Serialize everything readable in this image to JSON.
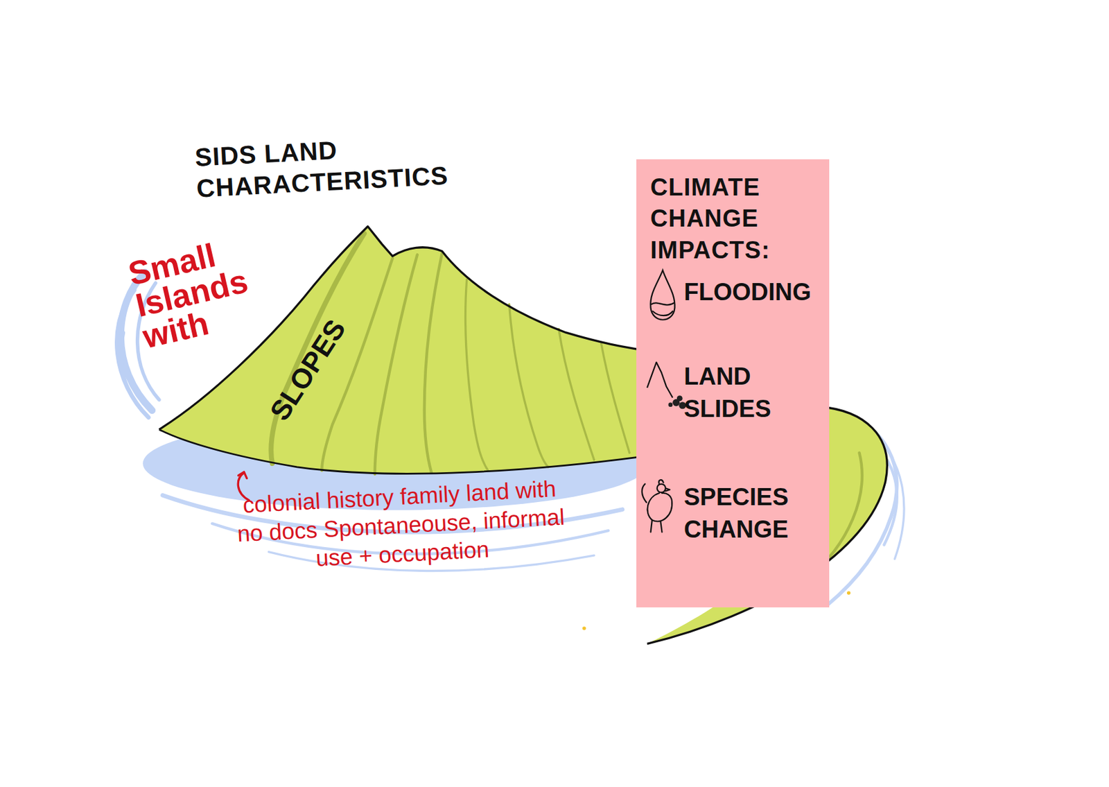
{
  "diagram": {
    "title": "SIDS LAND CHARACTERISTICS",
    "nodes": [
      {
        "text": [
          "CLIMATE CHANGE IMPACTS:"
        ]
      },
      {
        "text": [
          "FLOODING"
        ],
        "in": 0
      },
      {
        "text": [
          "LAND SLIDES"
        ],
        "in": 0
      },
      {
        "text": [
          "SPECIES CHANGE"
        ],
        "in": 0
      }
    ],
    "labels": [
      "Small Islands with",
      "SLOPES",
      "colonial history family land with no docs Spontaneouse, informal use + occupation"
    ]
  }
}
